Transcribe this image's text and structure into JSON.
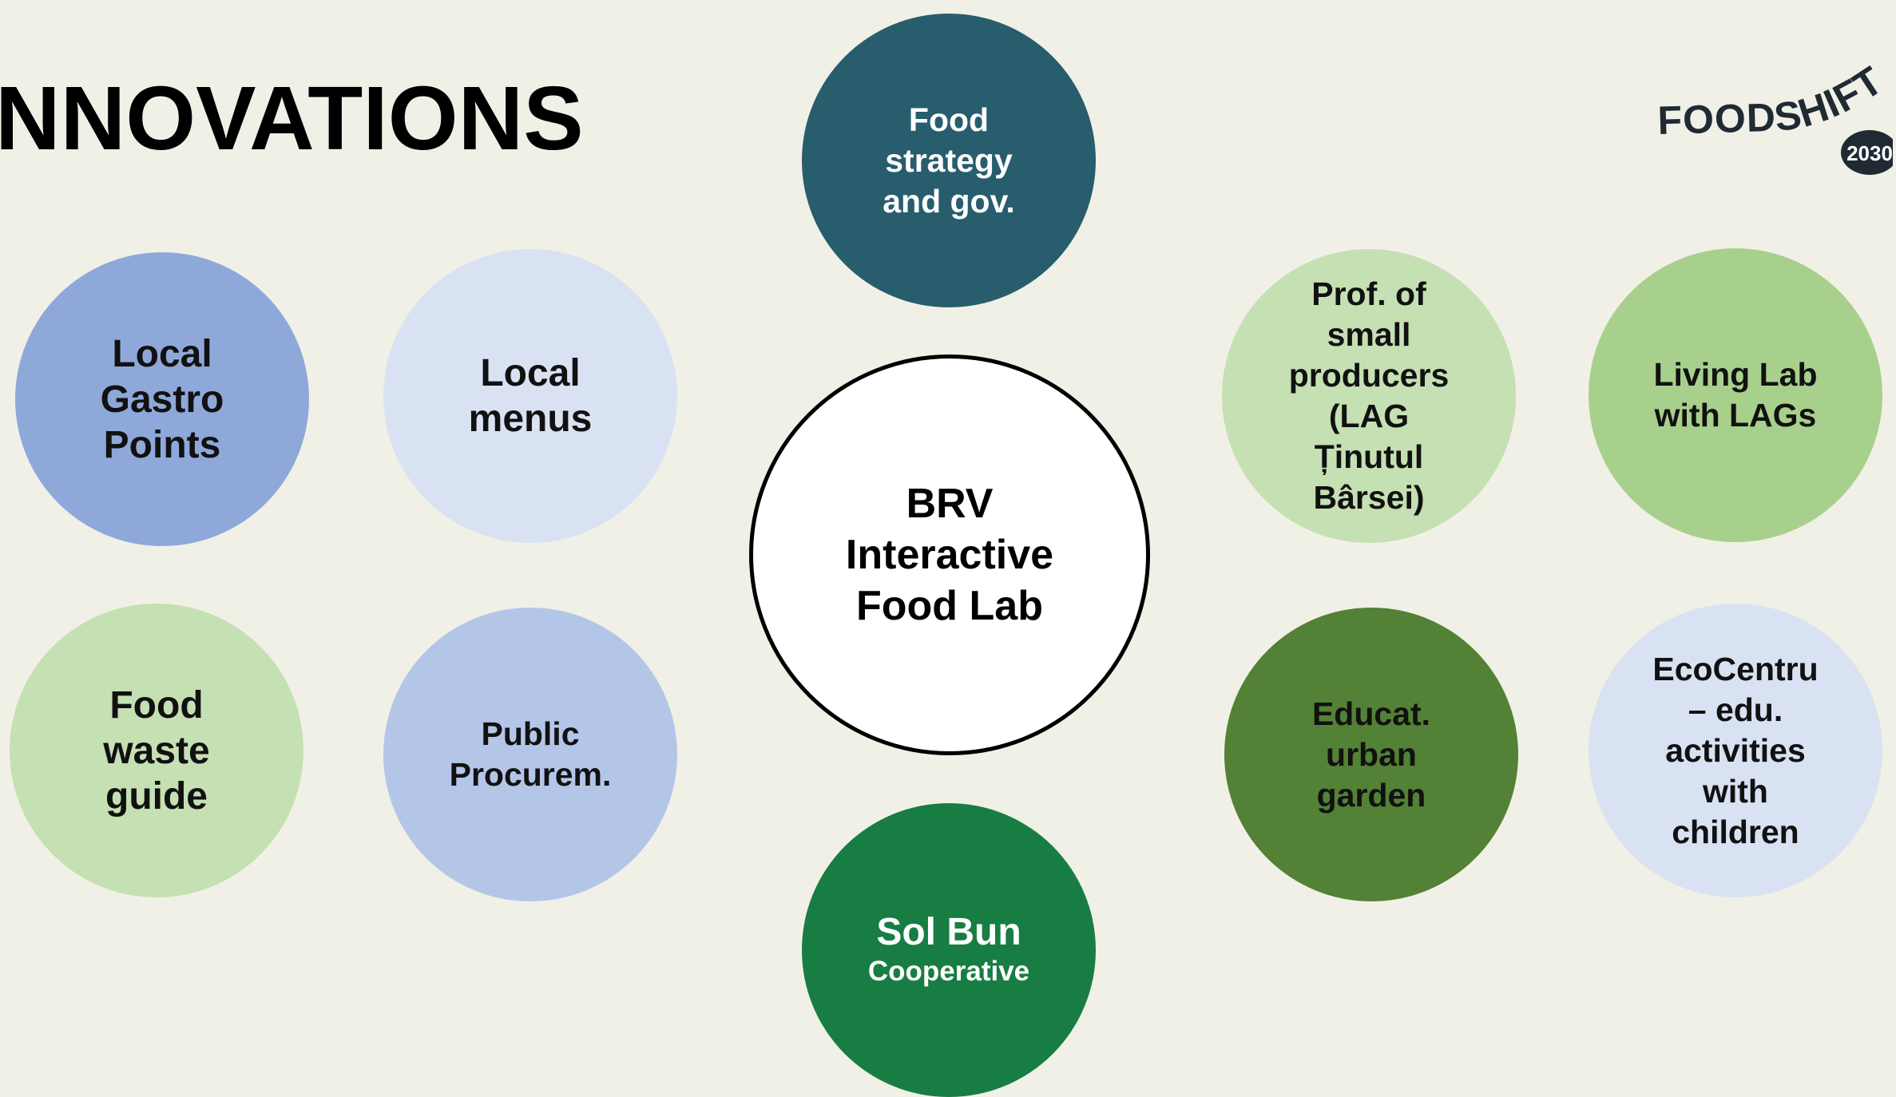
{
  "title": "NNOVATIONS",
  "center": {
    "label": "BRV\nInteractive\nFood Lab",
    "color": "#ffffff"
  },
  "nodes": {
    "food_strategy": {
      "label": "Food\nstrategy\nand gov.",
      "color": "#285d6d"
    },
    "sol_bun": {
      "label": "Sol Bun",
      "sub": "Cooperative",
      "color": "#177d43"
    },
    "local_gastro": {
      "label": "Local\nGastro\nPoints",
      "color": "#8fa8da"
    },
    "local_menus": {
      "label": "Local\nmenus",
      "color": "#d9e2f2"
    },
    "food_waste": {
      "label": "Food\nwaste\nguide",
      "color": "#c5e0b3"
    },
    "public_procurem": {
      "label": "Public\nProcurem.",
      "color": "#b4c6e8"
    },
    "prof_small": {
      "label": "Prof. of\nsmall\nproducers\n(LAG\nȚinutul\nBârsei)",
      "color": "#c5e0b3"
    },
    "living_lab": {
      "label": "Living Lab\nwith LAGs",
      "color": "#a8d08d"
    },
    "educat_garden": {
      "label": "Educat.\nurban\ngarden",
      "color": "#538135"
    },
    "ecocentru": {
      "label": "EcoCentru\n– edu.\nactivities\nwith\nchildren",
      "color": "#d9e2f2"
    }
  },
  "logo": {
    "text": "FOODSHIFT",
    "year": "2030"
  }
}
